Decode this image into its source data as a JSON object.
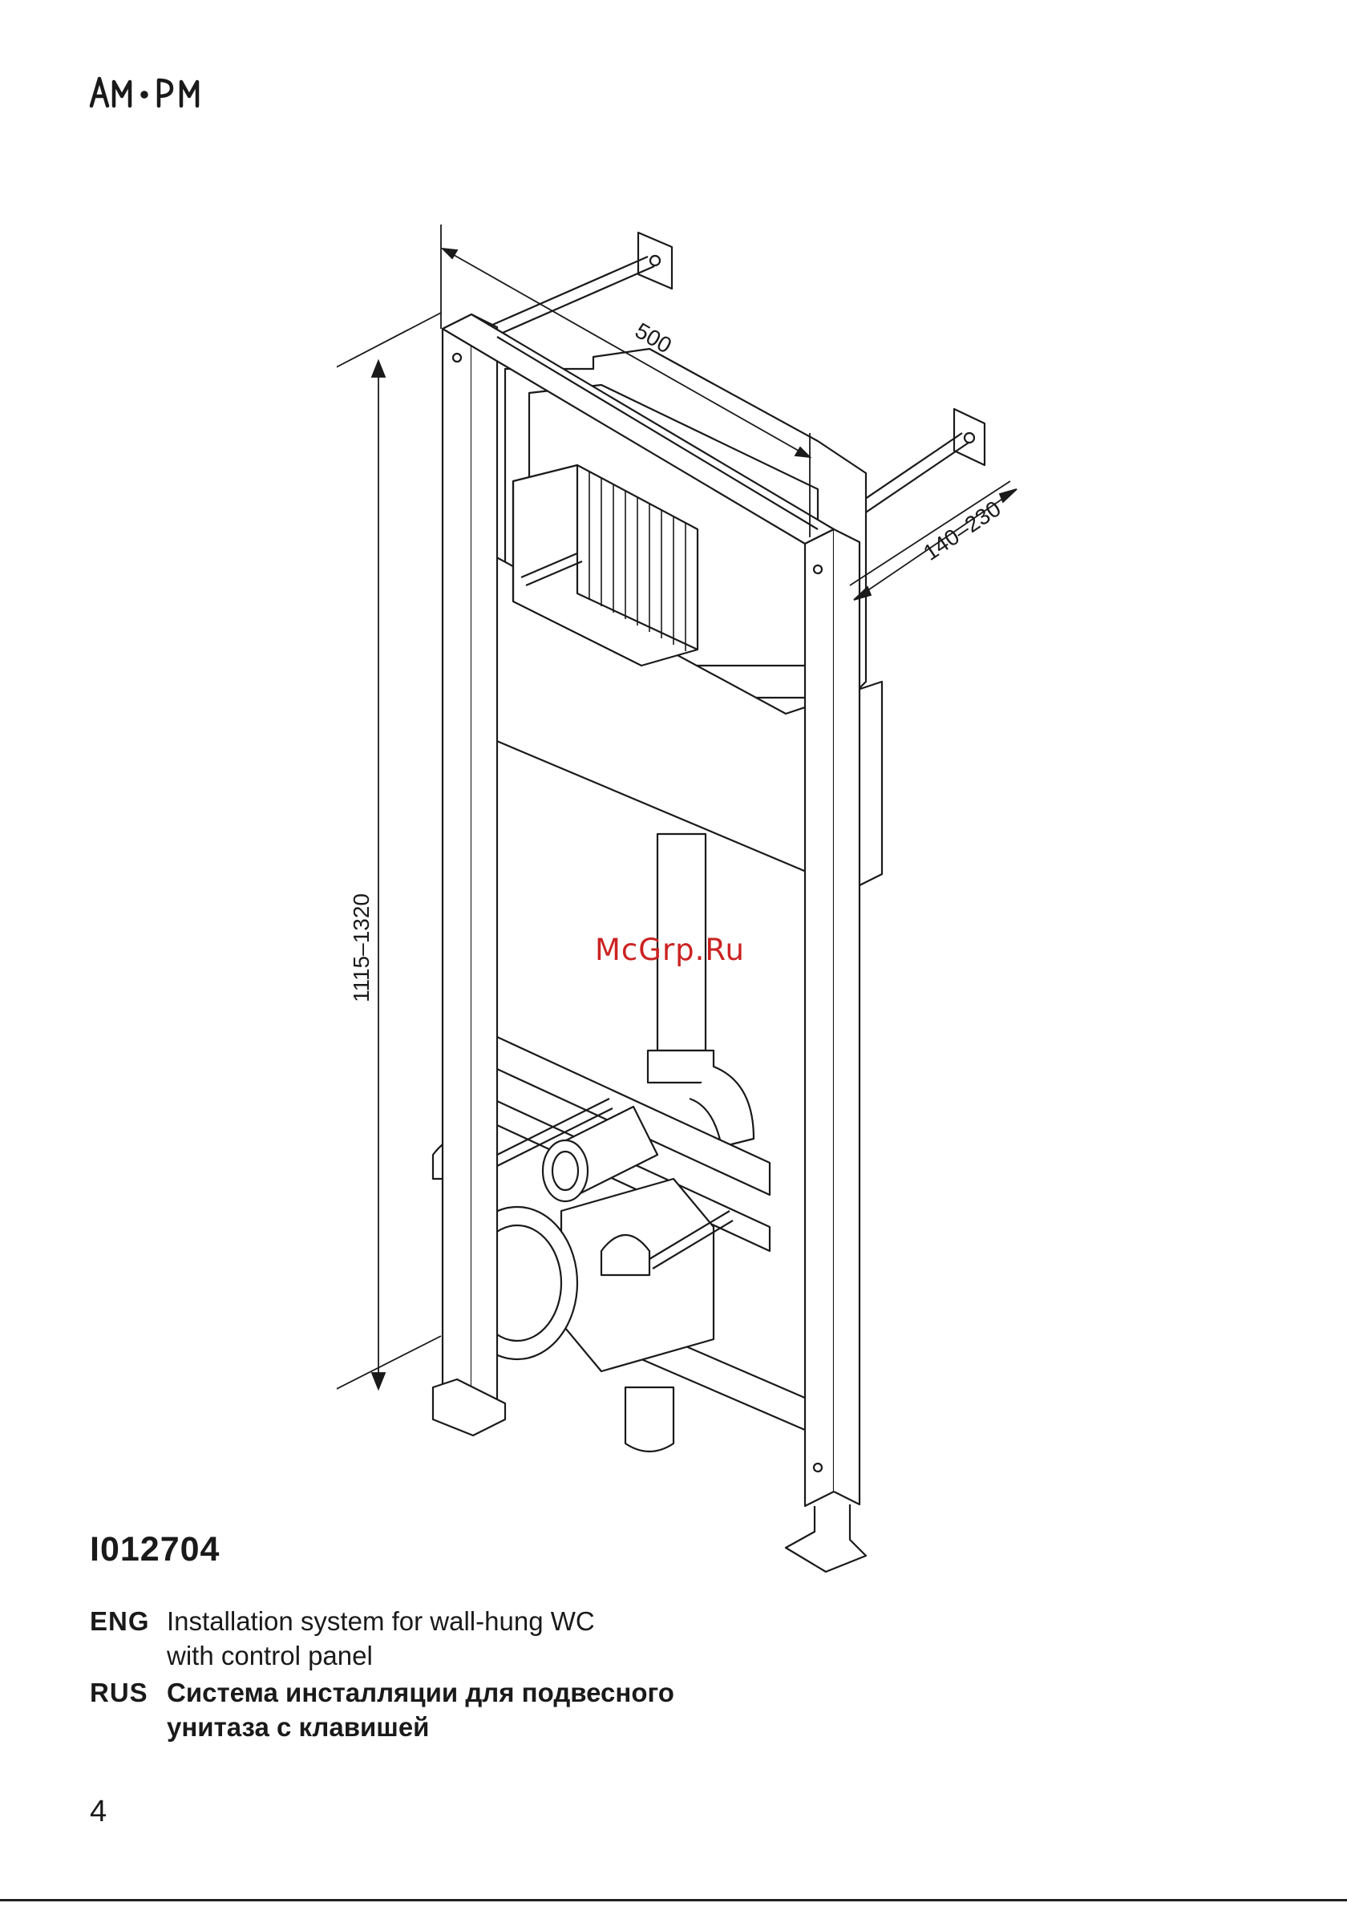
{
  "brand": {
    "logo_text": "AM·PM"
  },
  "drawing": {
    "dimension_width": "500",
    "dimension_depth": "140–230",
    "dimension_height": "1115–1320"
  },
  "watermark": "McGrp.Ru",
  "product": {
    "model": "I012704",
    "descriptions": [
      {
        "lang": "ENG",
        "line1": "Installation system for wall-hung WC",
        "line2": "with control panel"
      },
      {
        "lang": "RUS",
        "line1": "Система инсталляции для подвесного",
        "line2": "унитаза с клавишей"
      }
    ]
  },
  "page": {
    "number": "4"
  }
}
